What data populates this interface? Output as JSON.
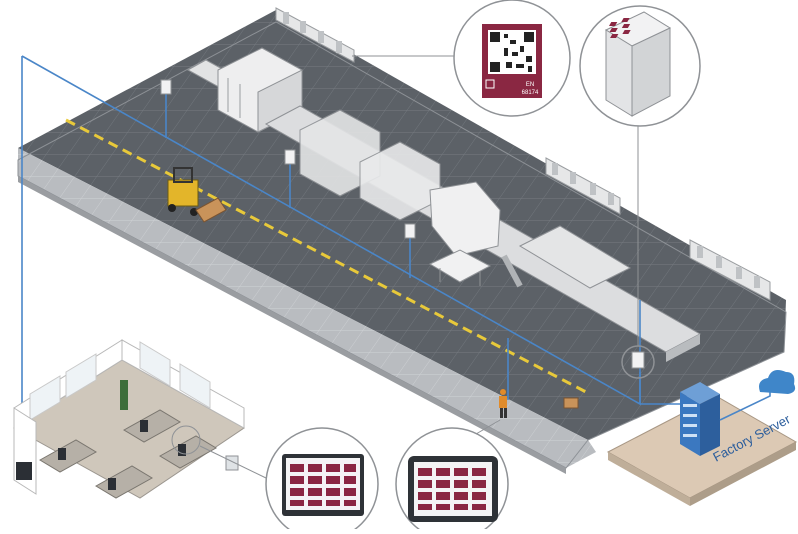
{
  "qr_card": {
    "code_text": "EN",
    "serial_text": "68174"
  },
  "server": {
    "label": "Factory Server"
  },
  "colors": {
    "network_line": "#4a86c8",
    "floor_dark": "#5c6167",
    "floor_light": "#b9bcc0",
    "safety_stripe": "#e8c93a",
    "qr_brand": "#8a2742",
    "dashboard_tile": "#8a2742",
    "cloud": "#3f86c9",
    "server_blue": "#3b78c0"
  },
  "icons": [
    "qr-code-icon",
    "control-cabinet-icon",
    "cloud-icon",
    "server-rack-icon",
    "monitor-icon",
    "tablet-icon",
    "forklift-icon",
    "worker-icon"
  ]
}
